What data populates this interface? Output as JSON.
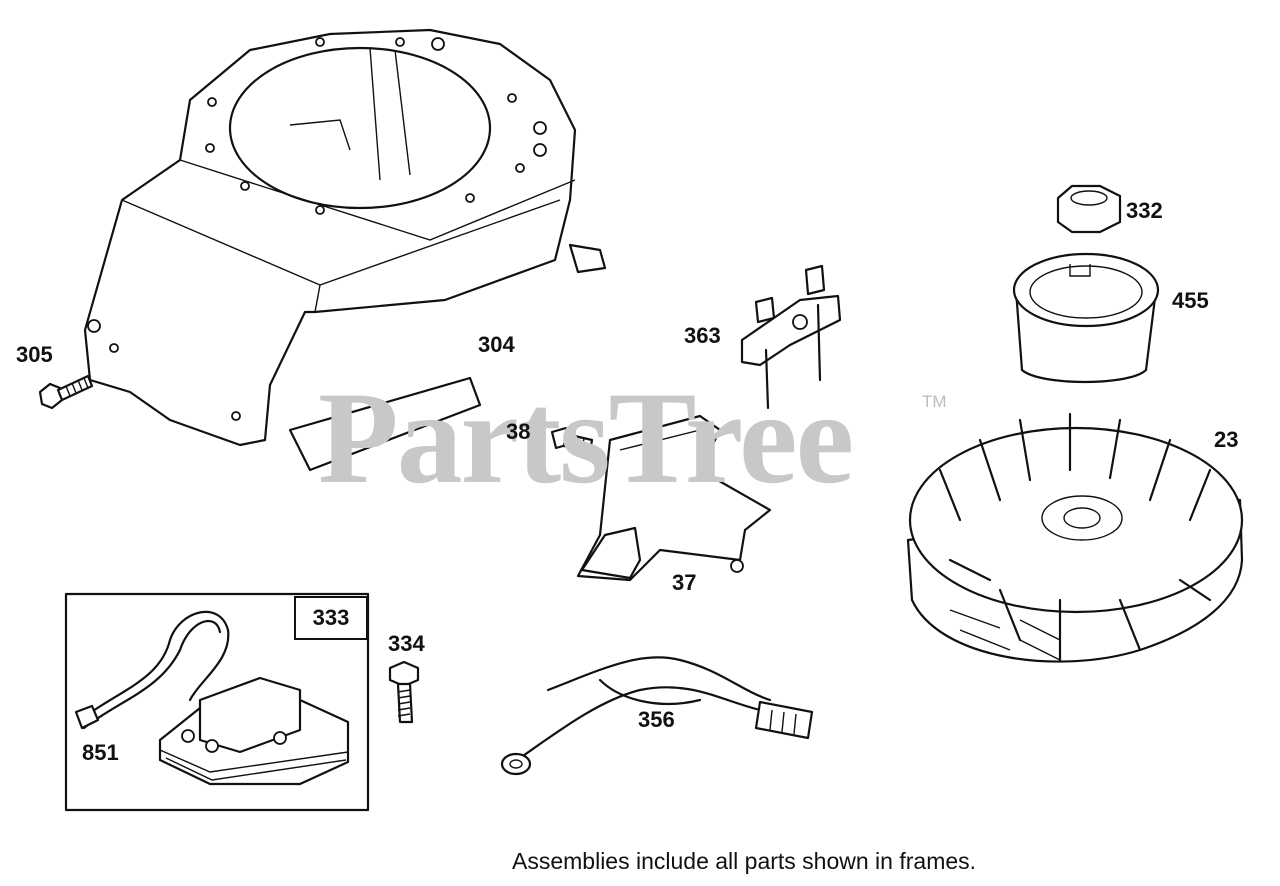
{
  "watermark": {
    "text": "PartsTree",
    "tm": "TM"
  },
  "callouts": {
    "p304": "304",
    "p305": "305",
    "p363": "363",
    "p332": "332",
    "p455": "455",
    "p23": "23",
    "p38": "38",
    "p37": "37",
    "p333": "333",
    "p334": "334",
    "p851": "851",
    "p356": "356"
  },
  "caption": "Assemblies include all parts shown in frames."
}
